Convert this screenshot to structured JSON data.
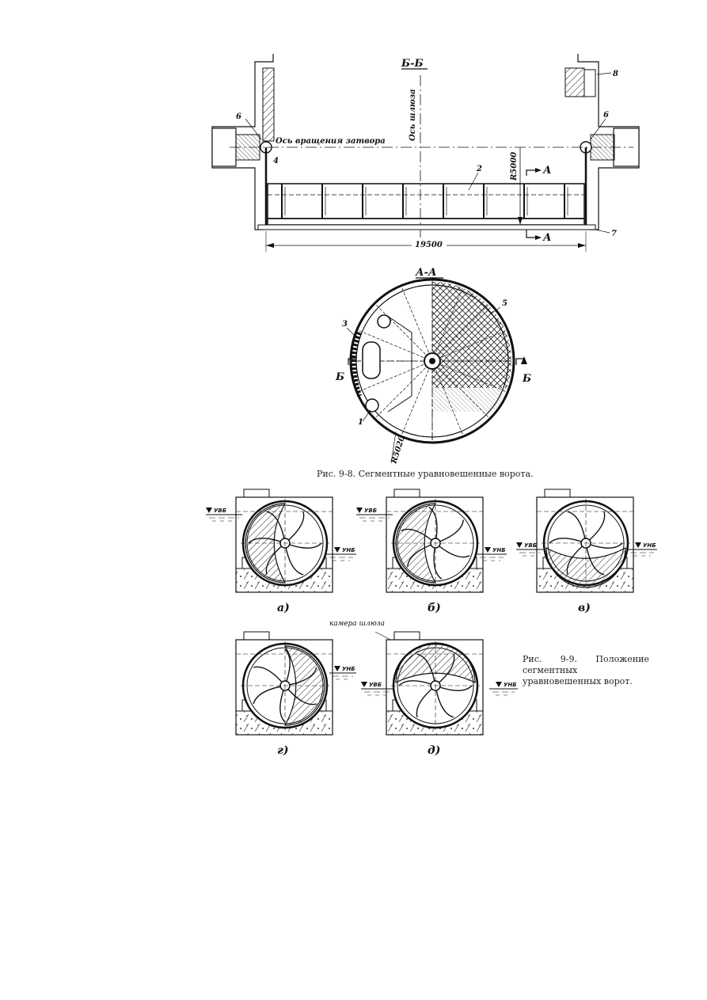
{
  "fig98": {
    "section_bb": "Б-Б",
    "section_aa": "А-А",
    "axis_rotation": "Ось вращения затвора",
    "axis_lock": "Ось шлюза",
    "dim_width": "19500",
    "dim_radius_bb": "R5000",
    "dim_radius_aa": "R5020",
    "cut_a": "А",
    "cut_b": "Б",
    "callouts": [
      "1",
      "2",
      "3",
      "4",
      "5",
      "6",
      "7",
      "8"
    ],
    "caption": "Рис. 9-8. Сегментные уравновешенные ворота."
  },
  "fig99": {
    "upper_level": "УВБ",
    "lower_level": "УНБ",
    "chamber_label": "камера шлюза",
    "positions": [
      "а)",
      "б)",
      "в)",
      "г)",
      "д)"
    ],
    "caption": "Рис. 9-9. Положение сегментных уравновешенных ворот."
  }
}
